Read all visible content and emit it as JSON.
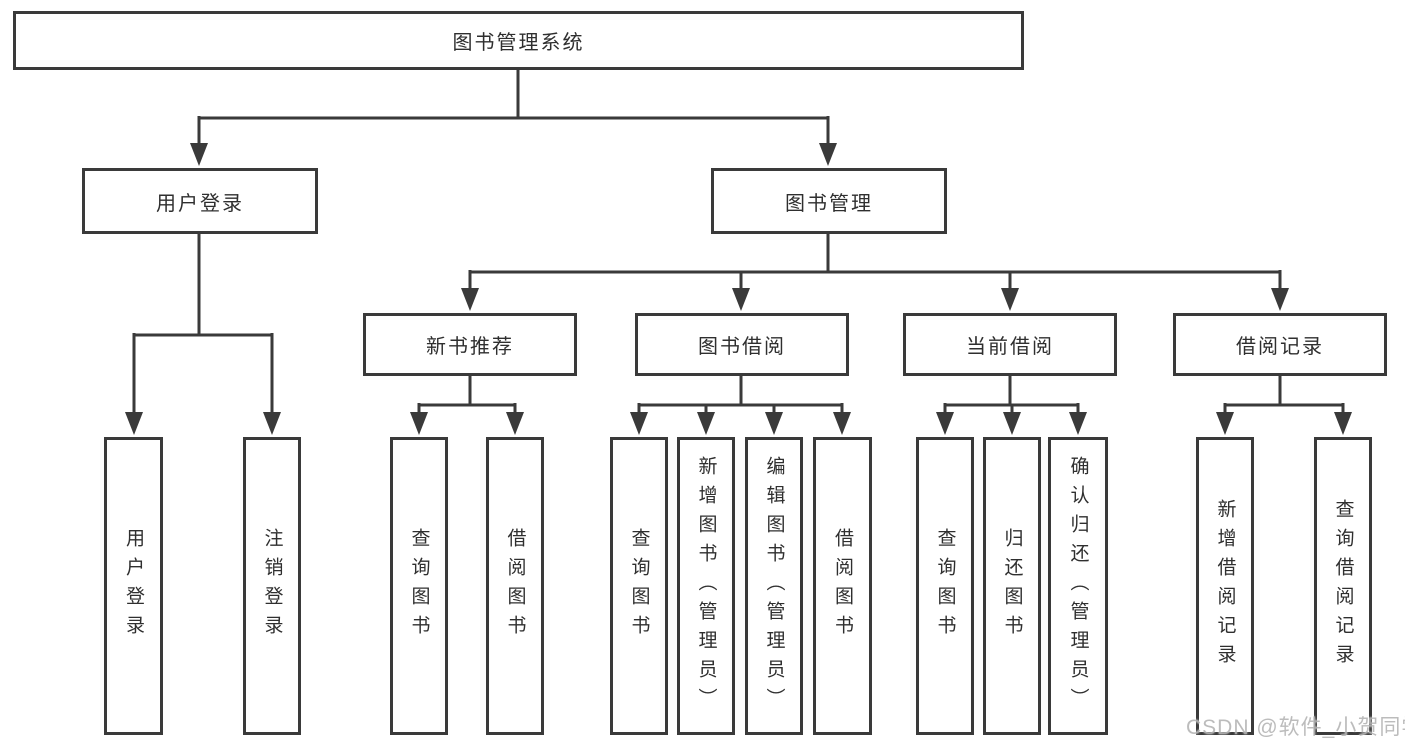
{
  "diagram_title": "图书管理系统",
  "watermark": "CSDN @软件_小贺同学",
  "colors": {
    "line": "#3a3a3a",
    "text": "#2f2f2f",
    "background": "#ffffff",
    "watermark": "#b5b5b5"
  },
  "tree": {
    "label": "图书管理系统",
    "children": [
      {
        "label": "用户登录",
        "children": [
          {
            "label": "用户登录"
          },
          {
            "label": "注销登录"
          }
        ]
      },
      {
        "label": "图书管理",
        "children": [
          {
            "label": "新书推荐",
            "children": [
              {
                "label": "查询图书"
              },
              {
                "label": "借阅图书"
              }
            ]
          },
          {
            "label": "图书借阅",
            "children": [
              {
                "label": "查询图书"
              },
              {
                "label": "新增图书（管理员）"
              },
              {
                "label": "编辑图书（管理员）"
              },
              {
                "label": "借阅图书"
              }
            ]
          },
          {
            "label": "当前借阅",
            "children": [
              {
                "label": "查询图书"
              },
              {
                "label": "归还图书"
              },
              {
                "label": "确认归还（管理员）"
              }
            ]
          },
          {
            "label": "借阅记录",
            "children": [
              {
                "label": "新增借阅记录"
              },
              {
                "label": "查询借阅记录"
              }
            ]
          }
        ]
      }
    ]
  }
}
